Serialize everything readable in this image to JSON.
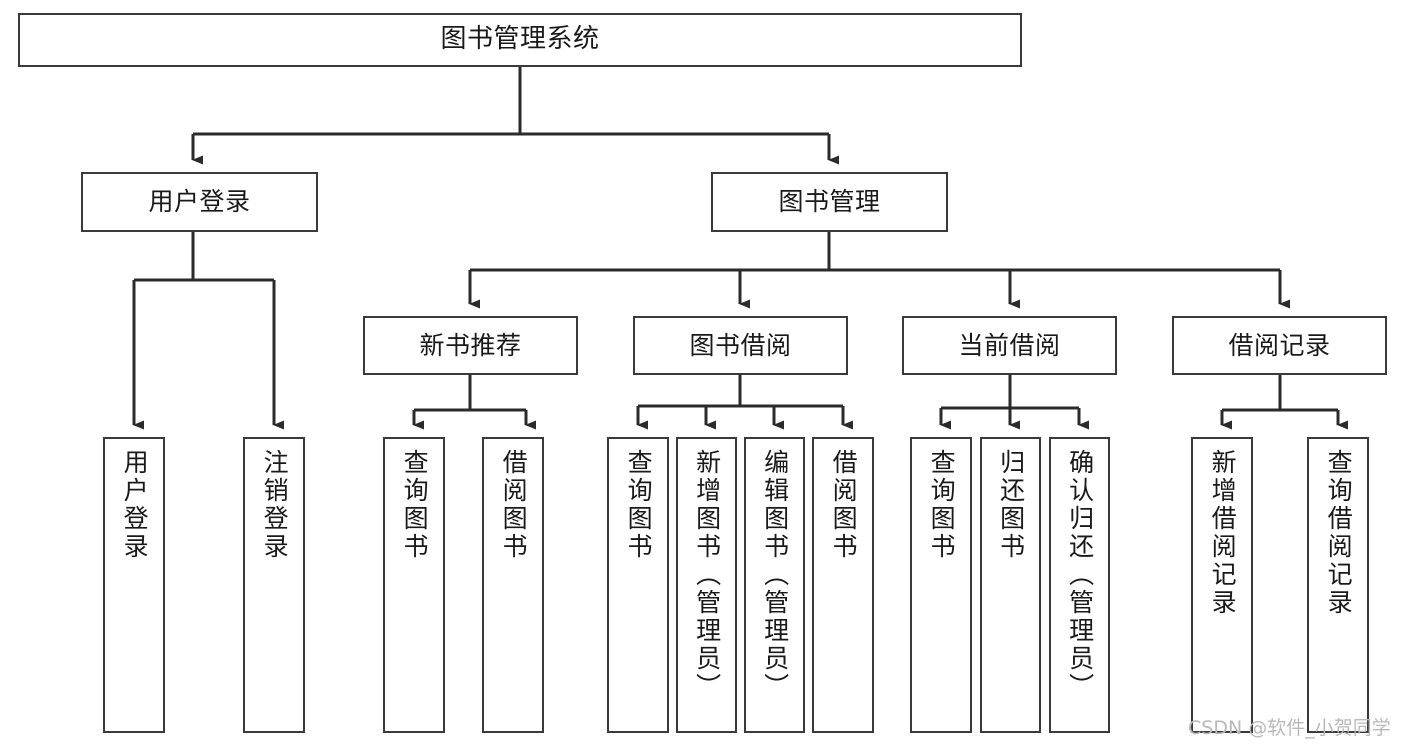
{
  "diagram": {
    "type": "tree-hierarchy-chart",
    "title": "图书管理系统",
    "watermark": "CSDN @软件_小贺同学",
    "colors": {
      "box_border": "#3a3a3a",
      "box_fill": "#ffffff",
      "edge": "#2b2b2b",
      "text": "#1a1a1a",
      "watermark": "#b9b9b9"
    },
    "levels": {
      "root": "图书管理系统",
      "level2": [
        "用户登录",
        "图书管理"
      ],
      "level3": [
        "新书推荐",
        "图书借阅",
        "当前借阅",
        "借阅记录"
      ]
    },
    "nodes": {
      "root": {
        "label": "图书管理系统"
      },
      "user_login": {
        "label": "用户登录"
      },
      "book_manage": {
        "label": "图书管理"
      },
      "new_book_rec": {
        "label": "新书推荐"
      },
      "book_borrow": {
        "label": "图书借阅"
      },
      "current_borrow": {
        "label": "当前借阅"
      },
      "borrow_record": {
        "label": "借阅记录"
      },
      "leaf_user_login": {
        "label": "用户登录"
      },
      "leaf_logout": {
        "label": "注销登录"
      },
      "leaf_query_book_1": {
        "label": "查询图书"
      },
      "leaf_borrow_book_1": {
        "label": "借阅图书"
      },
      "leaf_query_book_2": {
        "label": "查询图书"
      },
      "leaf_add_book": {
        "label": "新增图书（管理员）"
      },
      "leaf_edit_book": {
        "label": "编辑图书（管理员）"
      },
      "leaf_borrow_book_2": {
        "label": "借阅图书"
      },
      "leaf_query_book_3": {
        "label": "查询图书"
      },
      "leaf_return_book": {
        "label": "归还图书"
      },
      "leaf_confirm_return": {
        "label": "确认归还（管理员）"
      },
      "leaf_add_record": {
        "label": "新增借阅记录"
      },
      "leaf_query_record": {
        "label": "查询借阅记录"
      }
    }
  }
}
